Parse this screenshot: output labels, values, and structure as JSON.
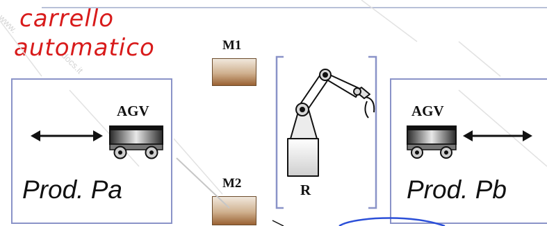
{
  "annotation": {
    "line1": "carrello",
    "line2": "automatico",
    "color": "#d81b1b"
  },
  "left_station": {
    "agv_label": "AGV",
    "product_label": "Prod. Pa"
  },
  "right_station": {
    "agv_label": "AGV",
    "product_label": "Prod. Pb"
  },
  "machines": {
    "m1_label": "M1",
    "m2_label": "M2"
  },
  "robot": {
    "label": "R"
  },
  "colors": {
    "panel_border": "#8a93c8",
    "bracket": "#8a93c8",
    "machine_dark": "#9a6234",
    "pen_blue": "#2b4fd8"
  }
}
